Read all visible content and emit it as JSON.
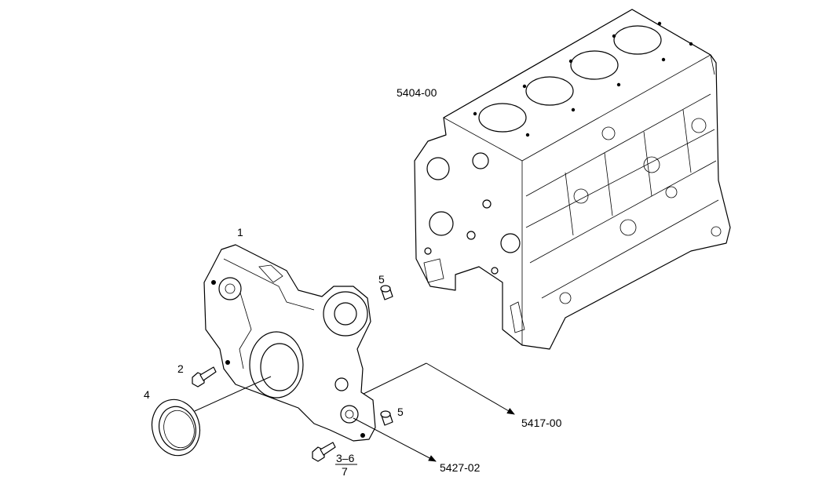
{
  "callouts": {
    "engine_block_ref": "5404-00",
    "cover_part": "1",
    "bolt_part": "2",
    "seal_part": "4",
    "plug_upper": "5",
    "plug_lower": "5",
    "bolt_lower_qty": "3–6",
    "bolt_lower_part": "7",
    "ref_right": "5417-00",
    "ref_bottom": "5427-02"
  }
}
